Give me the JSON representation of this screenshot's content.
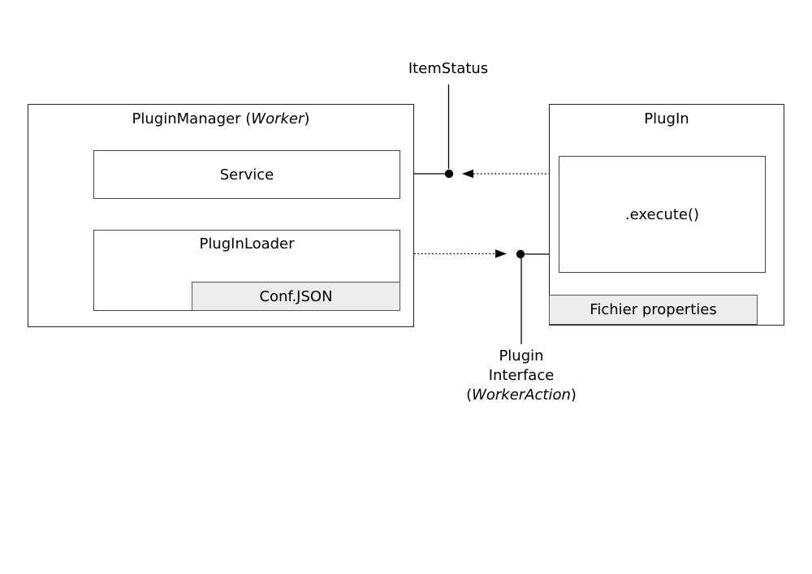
{
  "colors": {
    "shaded_fill": "#ececec",
    "outer_border": "#222222",
    "inner_border": "#444444",
    "line": "#000000",
    "text": "#000000",
    "background": "#ffffff"
  },
  "plugin_manager": {
    "title_prefix": "PluginManager (",
    "title_italic": "Worker",
    "title_suffix": ")",
    "service_label": "Service",
    "loader_label": "PlugInLoader",
    "conf_label": "Conf.JSON"
  },
  "plugin": {
    "title": "PlugIn",
    "execute_label": ".execute()",
    "fichier_label": "Fichier properties"
  },
  "connectors": {
    "item_status_label": "ItemStatus",
    "interface_line1": "Plugin",
    "interface_line2": "Interface",
    "interface_open": "(",
    "interface_italic": "WorkerAction",
    "interface_close": ")"
  }
}
